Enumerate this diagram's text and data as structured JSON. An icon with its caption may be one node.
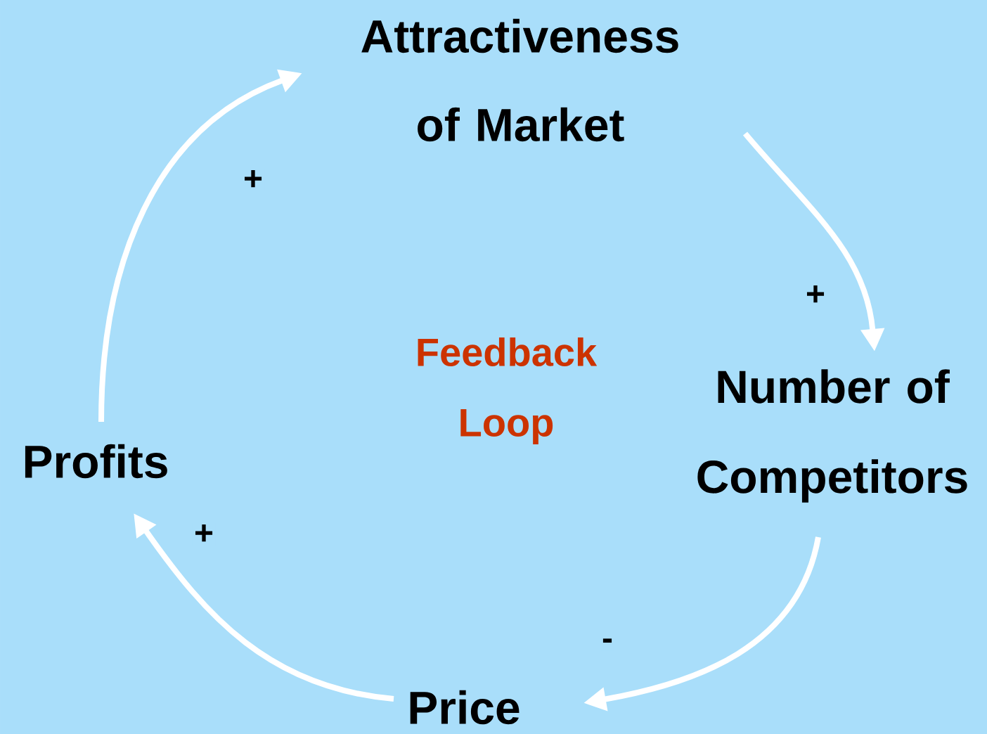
{
  "diagram": {
    "nodes": [
      {
        "text": [
          "Attractiveness of Market"
        ]
      },
      {
        "text": [
          "Number of Competitors"
        ]
      },
      {
        "text": [
          "Price"
        ]
      },
      {
        "text": [
          "Profits"
        ]
      }
    ],
    "edges": [
      {
        "from": 0,
        "to": 1,
        "arrow": "to",
        "label": "+"
      },
      {
        "from": 1,
        "to": 2,
        "arrow": "to",
        "label": "-"
      },
      {
        "from": 2,
        "to": 3,
        "arrow": "to",
        "label": "+"
      },
      {
        "from": 3,
        "to": 0,
        "arrow": "to",
        "label": "+"
      }
    ],
    "labels": [
      "Feedback Loop"
    ]
  }
}
